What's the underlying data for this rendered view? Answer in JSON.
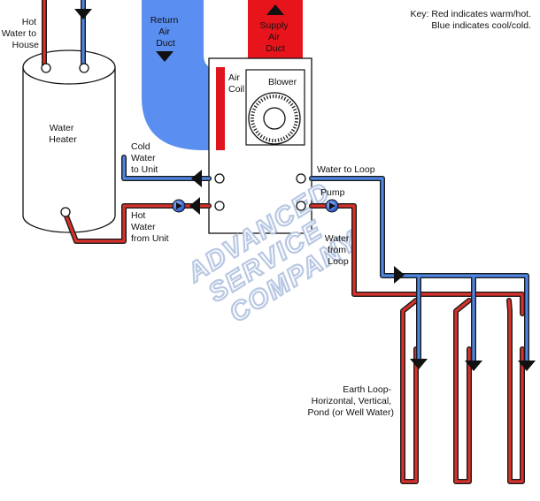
{
  "key": {
    "line1": "Key: Red indicates warm/hot.",
    "line2": "Blue indicates cool/cold."
  },
  "labels": {
    "hot_water_house": [
      "Hot",
      "Water to",
      "House"
    ],
    "water_heater": [
      "Water",
      "Heater"
    ],
    "return_air_duct": [
      "Return",
      "Air",
      "Duct"
    ],
    "supply_air_duct": [
      "Supply",
      "Air",
      "Duct"
    ],
    "air_coil": [
      "Air",
      "Coil"
    ],
    "blower": "Blower",
    "cold_water_to_unit": [
      "Cold",
      "Water",
      "to Unit"
    ],
    "hot_water_from_unit": [
      "Hot",
      "Water",
      "from Unit"
    ],
    "water_to_loop": "Water to Loop",
    "pump": "Pump",
    "water_from_loop": [
      "Water",
      "from",
      "Loop"
    ],
    "earth_loop": [
      "Earth Loop-",
      "Horizontal, Vertical,",
      "Pond (or Well Water)"
    ]
  },
  "watermark": [
    "ADVANCED",
    "SERVICE",
    "COMPANY"
  ],
  "colors": {
    "hot": "#d8322a",
    "cold": "#4f86e4",
    "pipe_outline": "#1a1a1a",
    "return_duct": "#5a8ef0",
    "supply_duct": "#e8141c",
    "watermark": "#b9c8e3"
  }
}
